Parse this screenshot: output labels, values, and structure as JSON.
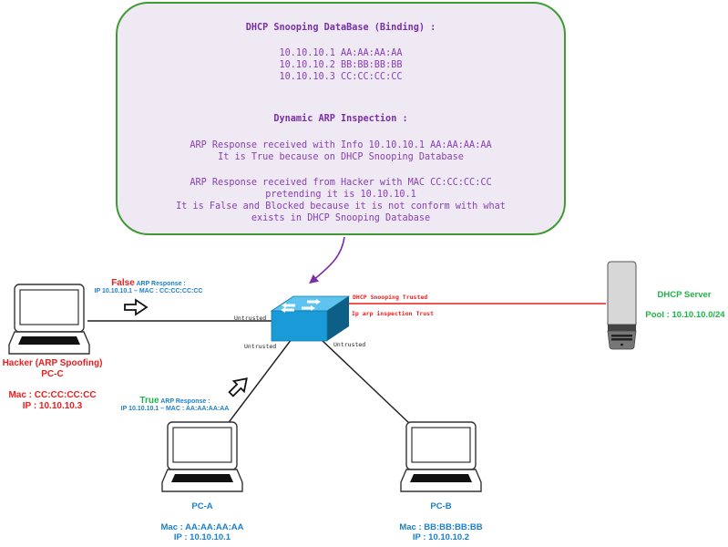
{
  "callout": {
    "db_title": "DHCP Snooping DataBase (Binding) :",
    "bindings": [
      "10.10.10.1 AA:AA:AA:AA",
      "10.10.10.2 BB:BB:BB:BB",
      "10.10.10.3 CC:CC:CC:CC"
    ],
    "dai_title": "Dynamic ARP Inspection :",
    "true_case": [
      "ARP Response received with Info 10.10.10.1 AA:AA:AA:AA",
      "It is True because on DHCP Snooping Database"
    ],
    "false_case": [
      "ARP Response received from Hacker with MAC CC:CC:CC:CC",
      "pretending it is 10.10.10.1",
      "It is False and Blocked because it is not conform with what",
      "exists in DHCP Snooping Database"
    ]
  },
  "switch": {
    "port_left": "Untrusted",
    "port_bottom_left": "Untrusted",
    "port_bottom_right": "Untrusted",
    "trusted_line1": "DHCP Snooping Trusted",
    "trusted_line2": "Ip arp inspection Trust"
  },
  "hacker": {
    "name": "Hacker (ARP Spoofing)",
    "pc": "PC-C",
    "mac": "Mac : CC:CC:CC:CC",
    "ip": "IP : 10.10.10.3",
    "arp_verdict": "False",
    "arp_label": "ARP Response :",
    "arp_info": "IP 10.10.10.1 – MAC : CC:CC:CC:CC"
  },
  "pc_a": {
    "name": "PC-A",
    "mac": "Mac : AA:AA:AA:AA",
    "ip": "IP : 10.10.10.1",
    "arp_verdict": "True",
    "arp_label": "ARP Response :",
    "arp_info": "IP 10.10.10.1 – MAC : AA:AA:AA:AA"
  },
  "pc_b": {
    "name": "PC-B",
    "mac": "Mac : BB:BB:BB:BB",
    "ip": "IP : 10.10.10.2"
  },
  "server": {
    "name": "DHCP Server",
    "pool": "Pool : 10.10.10.0/24"
  },
  "colors": {
    "callout_border": "#3f9a35",
    "callout_fill": "#eee9f2",
    "callout_text": "#8a3fb5",
    "pointer_arrow": "#7a2fa8",
    "hacker_red": "#ee1c1c",
    "pc_blue": "#1a7fce",
    "server_green": "#1fb34a",
    "switch_blue": "#1a9ad6"
  }
}
